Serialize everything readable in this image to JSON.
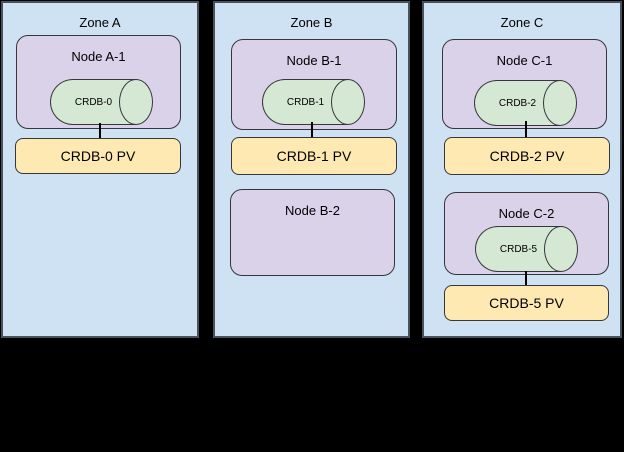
{
  "palette": {
    "background": "#000000",
    "zone_fill": "#cfe2f3",
    "zone_border": "#49525c",
    "node_fill": "#d9d2e9",
    "node_border": "#36363b",
    "cylinder_fill": "#d5e8d4",
    "cylinder_border": "#36363b",
    "pv_fill": "#ffe9b3",
    "pv_border": "#36363b",
    "connector": "#000000",
    "text": "#000000"
  },
  "zones": [
    {
      "title": "Zone A",
      "nodes": [
        {
          "label": "Node A-1",
          "cylinder_label": "CRDB-0",
          "pv_label": "CRDB-0 PV"
        }
      ]
    },
    {
      "title": "Zone B",
      "nodes": [
        {
          "label": "Node B-1",
          "cylinder_label": "CRDB-1",
          "pv_label": "CRDB-1 PV"
        },
        {
          "label": "Node B-2"
        }
      ]
    },
    {
      "title": "Zone C",
      "nodes": [
        {
          "label": "Node C-1",
          "cylinder_label": "CRDB-2",
          "pv_label": "CRDB-2 PV"
        },
        {
          "label": "Node C-2",
          "cylinder_label": "CRDB-5",
          "pv_label": "CRDB-5 PV"
        }
      ]
    }
  ]
}
